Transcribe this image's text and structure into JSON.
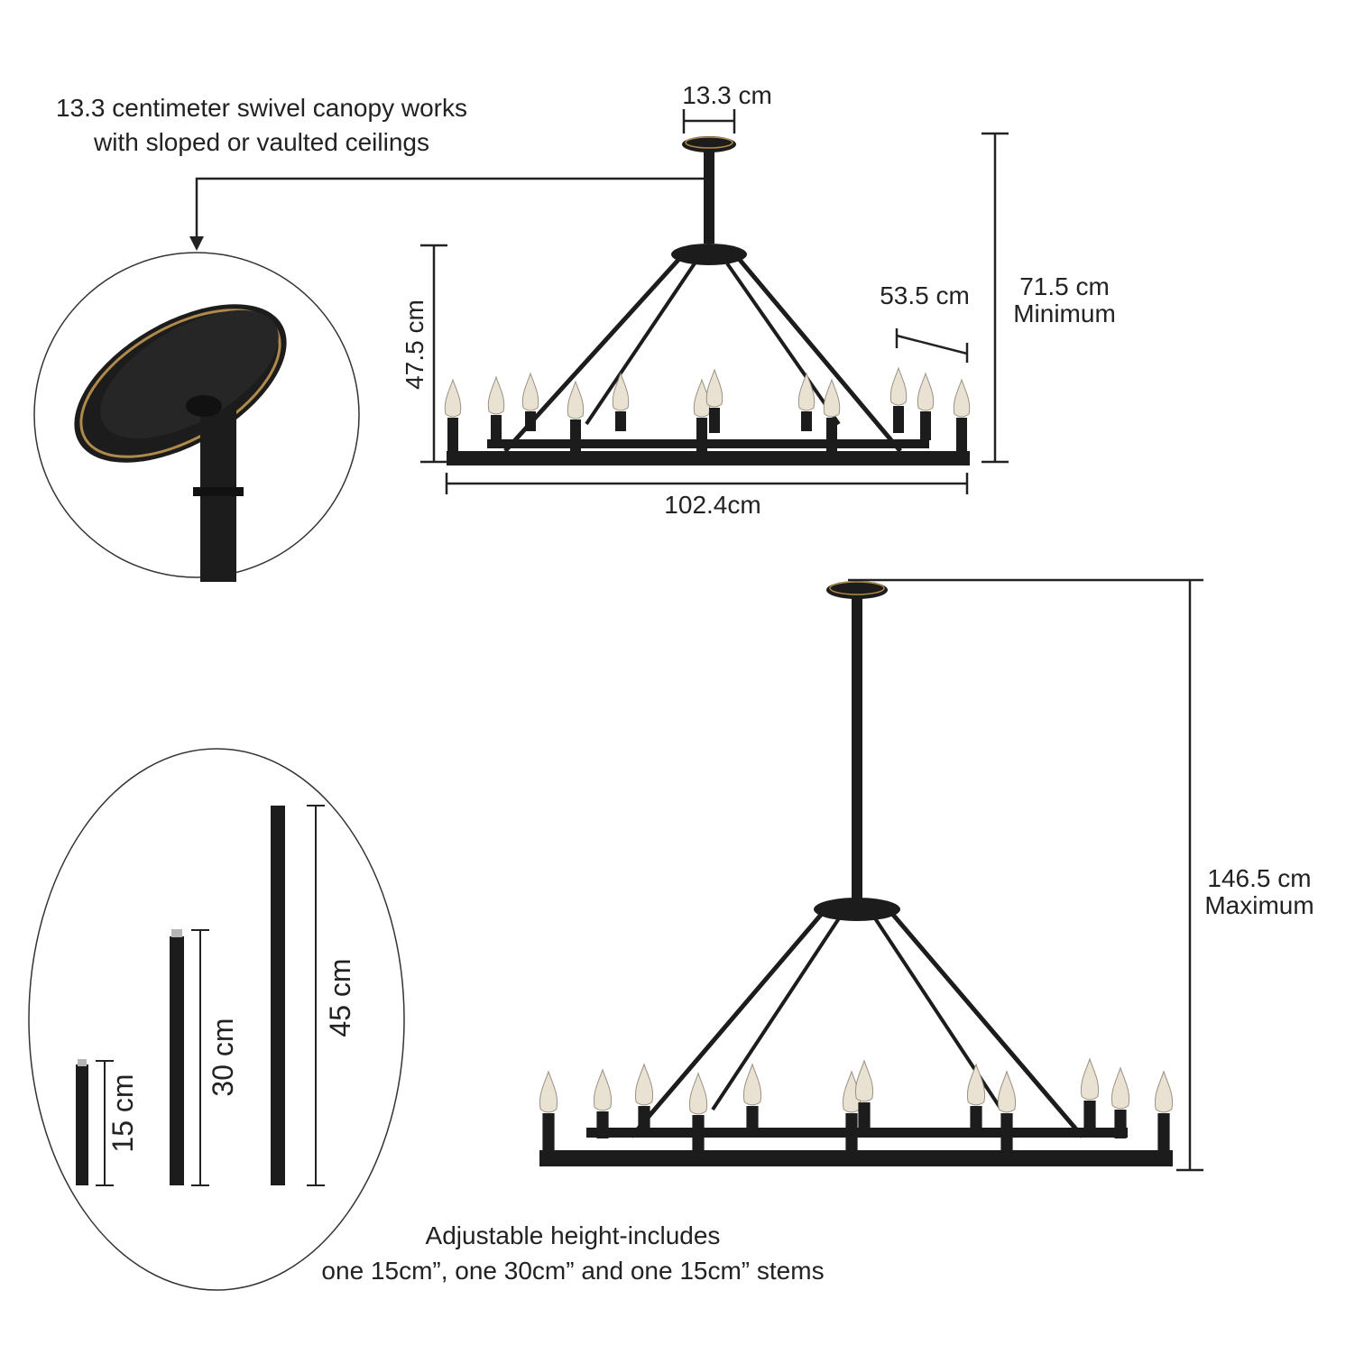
{
  "canopy_note": {
    "line1": "13.3 centimeter swivel canopy works",
    "line2": "with sloped or vaulted ceilings"
  },
  "dimensions_min": {
    "canopy_width": "13.3 cm",
    "frame_height": "47.5 cm",
    "frame_depth": "53.5 cm",
    "frame_width": "102.4cm",
    "overall_height_value": "71.5 cm",
    "overall_height_label": "Minimum"
  },
  "dimensions_max": {
    "overall_height_value": "146.5 cm",
    "overall_height_label": "Maximum"
  },
  "stems": [
    {
      "label": "15 cm"
    },
    {
      "label": "30 cm"
    },
    {
      "label": "45 cm"
    }
  ],
  "stem_note": {
    "line1": "Adjustable height-includes",
    "line2": "one 15cm”, one 30cm” and one 15cm” stems"
  },
  "colors": {
    "fixture": "#1c1c1c",
    "trim": "#b08a4a",
    "line": "#222222",
    "bulb": "#e9e1d2"
  }
}
